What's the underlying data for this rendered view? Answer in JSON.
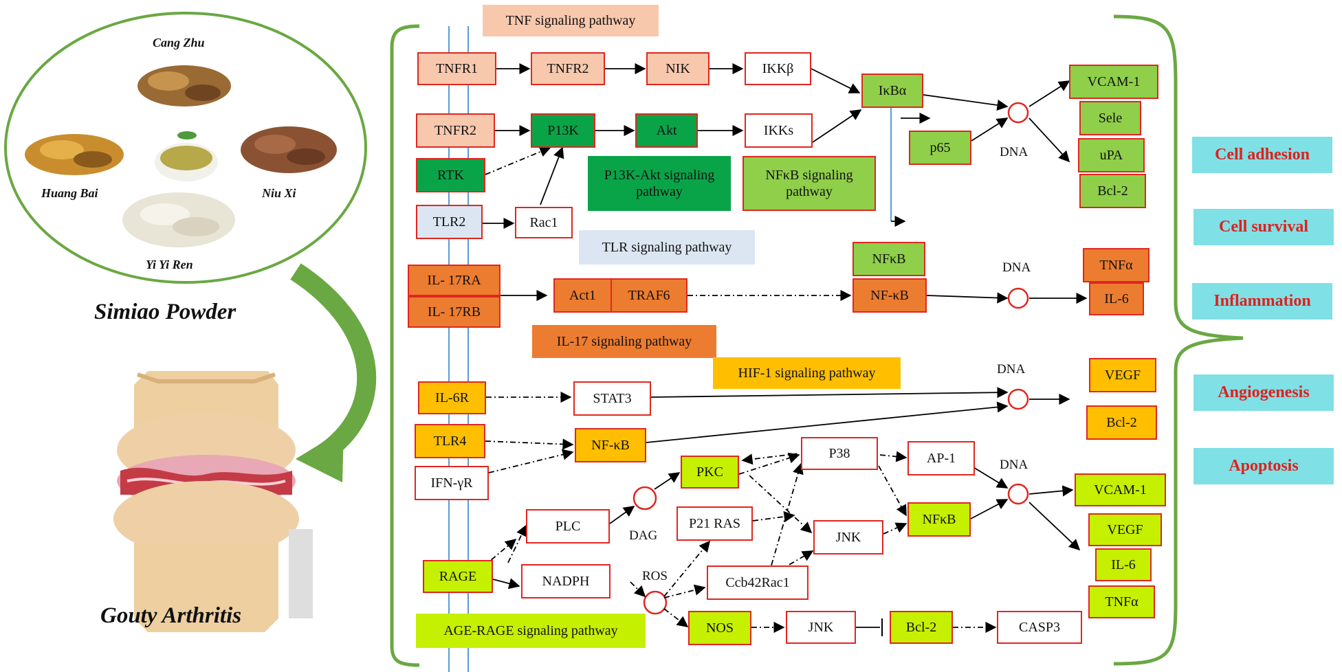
{
  "herbs": {
    "cang_zhu": "Cang Zhu",
    "huang_bai": "Huang Bai",
    "niu_xi": "Niu Xi",
    "yi_yi_ren": "Yi Yi Ren"
  },
  "titles": {
    "simiao": "Simiao Powder",
    "gout": "Gouty Arthritis"
  },
  "pathways": {
    "tnf": "TNF signaling pathway",
    "pi3k": "P13K-Akt signaling pathway",
    "nfkb": "NFκB signaling pathway",
    "tlr": "TLR signaling pathway",
    "il17": "IL-17 signaling pathway",
    "hif1": "HIF-1 signaling pathway",
    "agerage": "AGE-RAGE signaling pathway"
  },
  "nodes": {
    "tnfr1": "TNFR1",
    "tnfr2a": "TNFR2",
    "nik": "NIK",
    "ikkb": "IKKβ",
    "tnfr2b": "TNFR2",
    "p13k": "P13K",
    "akt": "Akt",
    "ikks": "IKKs",
    "rtk": "RTK",
    "tlr2": "TLR2",
    "rac1": "Rac1",
    "ikba": "IκBα",
    "p65": "p65",
    "vcam1a": "VCAM-1",
    "sele": "Sele",
    "upa": "uPA",
    "bcl2a": "Bcl-2",
    "nfkb_g": "NFκB",
    "il17ra": "IL- 17RA",
    "il17rb": "IL- 17RB",
    "act1": "Act1",
    "traf6": "TRAF6",
    "nfkb_o": "NF-κB",
    "tnfa_o": "TNFα",
    "il6_o": "IL-6",
    "il6r": "IL-6R",
    "stat3": "STAT3",
    "tlr4": "TLR4",
    "nfkb_y": "NF-κB",
    "ifngr": "IFN-γR",
    "vegf_y": "VEGF",
    "bcl2_y": "Bcl-2",
    "pkc": "PKC",
    "p38": "P38",
    "ap1": "AP-1",
    "plc": "PLC",
    "p21ras": "P21 RAS",
    "jnk1": "JNK",
    "nfkb_l": "NFκB",
    "rage": "RAGE",
    "nadph": "NADPH",
    "ccb42": "Ccb42Rac1",
    "nos": "NOS",
    "jnk2": "JNK",
    "bcl2_l": "Bcl-2",
    "casp3": "CASP3",
    "vcam1_l": "VCAM-1",
    "vegf_l": "VEGF",
    "il6_l": "IL-6",
    "tnfa_l": "TNFα"
  },
  "labels": {
    "dna1": "DNA",
    "dna2": "DNA",
    "dna3": "DNA",
    "dna4": "DNA",
    "dag": "DAG",
    "ros": "ROS"
  },
  "outcomes": [
    "Cell adhesion",
    "Cell survival",
    "Inflammation",
    "Angiogenesis",
    "Apoptosis"
  ],
  "colors": {
    "tnf": "#f8c8ad",
    "pi3k": "#0aa448",
    "nfkb": "#8fcf4a",
    "tlr": "#dce6f2",
    "il17": "#ec7c30",
    "hif1": "#ffbf00",
    "agerage": "#c5f000",
    "node_border": "#e0261f",
    "bracket": "#6aa843",
    "outcome_bg": "#7fe0e6",
    "outcome_text": "#e0201c"
  }
}
